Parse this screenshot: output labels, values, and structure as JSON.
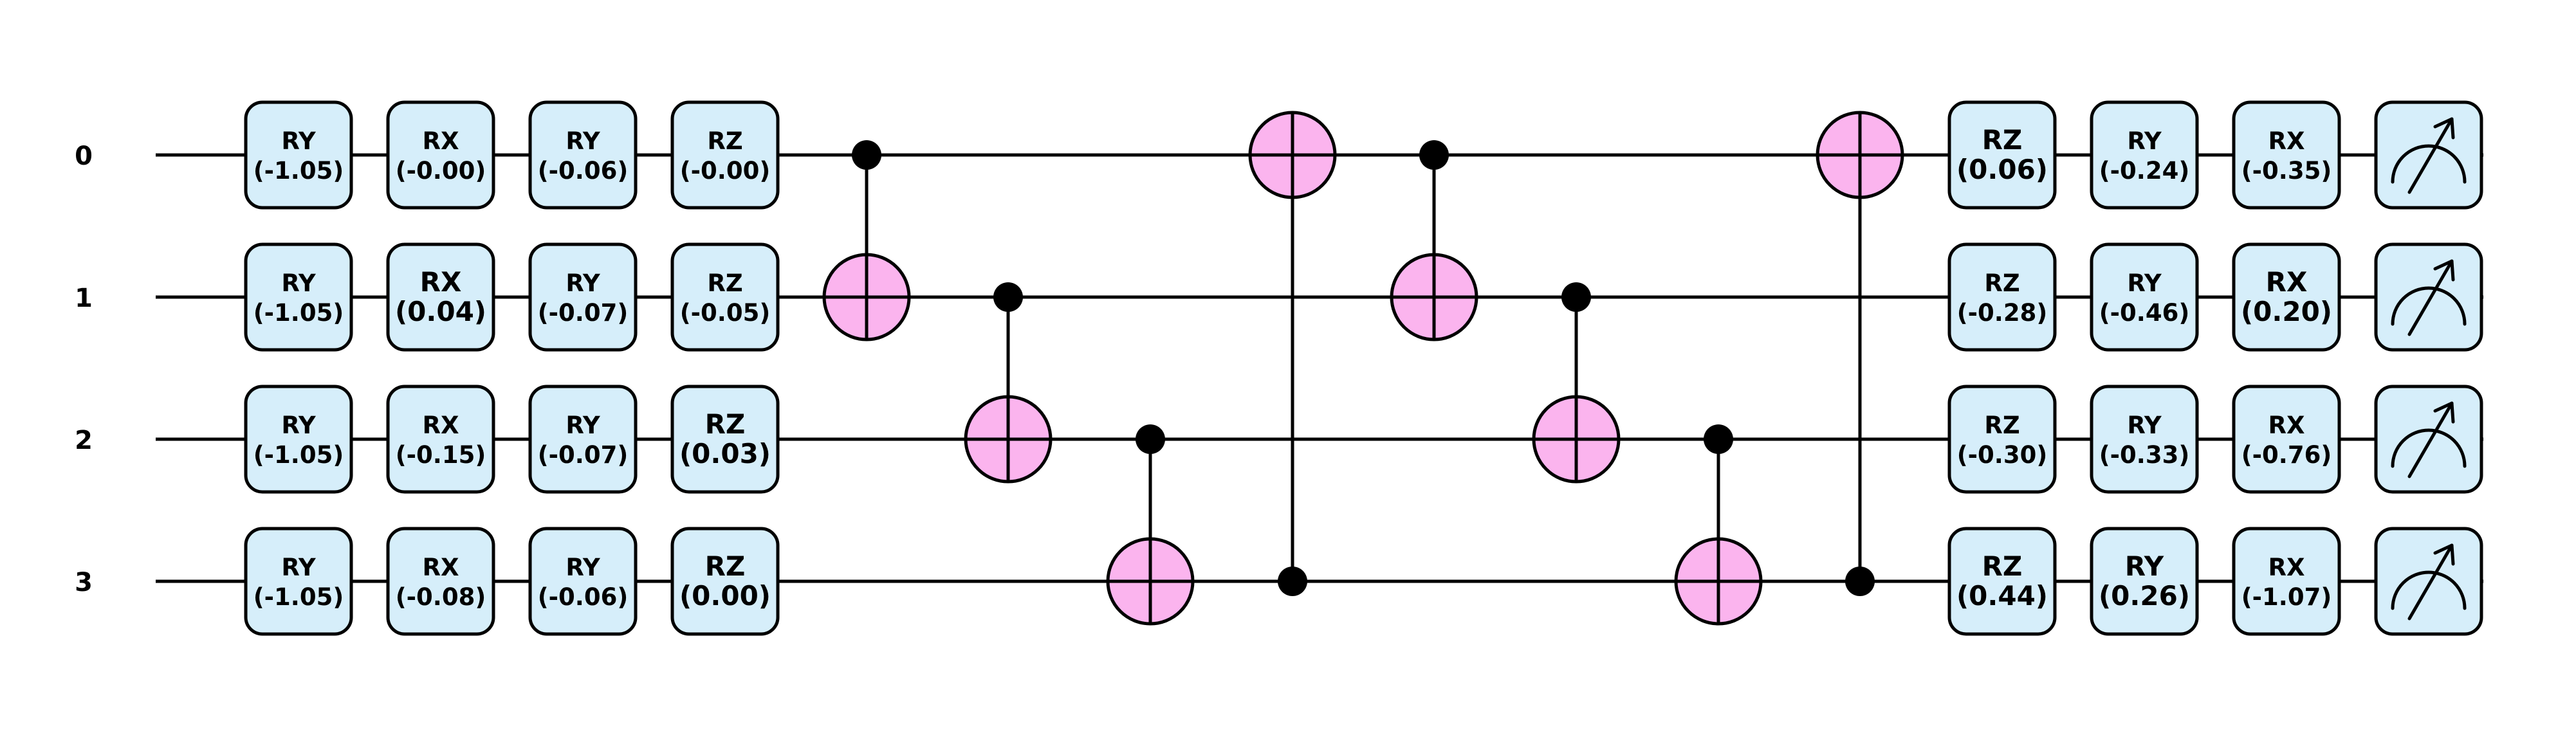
{
  "colors": {
    "rotation_gate_fill": "#d6eefa",
    "cnot_target_fill": "#fbb4ee",
    "wire": "#000000"
  },
  "circuit": {
    "qubits": [
      "0",
      "1",
      "2",
      "3"
    ],
    "columns": [
      {
        "kind": "rot",
        "gates": [
          {
            "q": 0,
            "name": "RY",
            "param": "(-1.05)"
          },
          {
            "q": 1,
            "name": "RY",
            "param": "(-1.05)"
          },
          {
            "q": 2,
            "name": "RY",
            "param": "(-1.05)"
          },
          {
            "q": 3,
            "name": "RY",
            "param": "(-1.05)"
          }
        ]
      },
      {
        "kind": "rot",
        "gates": [
          {
            "q": 0,
            "name": "RX",
            "param": "(-0.00)"
          },
          {
            "q": 1,
            "name": "RX",
            "param": "(0.04)"
          },
          {
            "q": 2,
            "name": "RX",
            "param": "(-0.15)"
          },
          {
            "q": 3,
            "name": "RX",
            "param": "(-0.08)"
          }
        ]
      },
      {
        "kind": "rot",
        "gates": [
          {
            "q": 0,
            "name": "RY",
            "param": "(-0.06)"
          },
          {
            "q": 1,
            "name": "RY",
            "param": "(-0.07)"
          },
          {
            "q": 2,
            "name": "RY",
            "param": "(-0.07)"
          },
          {
            "q": 3,
            "name": "RY",
            "param": "(-0.06)"
          }
        ]
      },
      {
        "kind": "rot",
        "gates": [
          {
            "q": 0,
            "name": "RZ",
            "param": "(-0.00)"
          },
          {
            "q": 1,
            "name": "RZ",
            "param": "(-0.05)"
          },
          {
            "q": 2,
            "name": "RZ",
            "param": "(0.03)"
          },
          {
            "q": 3,
            "name": "RZ",
            "param": "(0.00)"
          }
        ]
      },
      {
        "kind": "cnot",
        "control": 0,
        "target": 1
      },
      {
        "kind": "cnot",
        "control": 1,
        "target": 2
      },
      {
        "kind": "cnot",
        "control": 2,
        "target": 3
      },
      {
        "kind": "cnot",
        "control": 3,
        "target": 0
      },
      {
        "kind": "cnot",
        "control": 0,
        "target": 1
      },
      {
        "kind": "cnot",
        "control": 1,
        "target": 2
      },
      {
        "kind": "cnot",
        "control": 2,
        "target": 3
      },
      {
        "kind": "cnot",
        "control": 3,
        "target": 0
      },
      {
        "kind": "rot",
        "gates": [
          {
            "q": 0,
            "name": "RZ",
            "param": "(0.06)"
          },
          {
            "q": 1,
            "name": "RZ",
            "param": "(-0.28)"
          },
          {
            "q": 2,
            "name": "RZ",
            "param": "(-0.30)"
          },
          {
            "q": 3,
            "name": "RZ",
            "param": "(0.44)"
          }
        ]
      },
      {
        "kind": "rot",
        "gates": [
          {
            "q": 0,
            "name": "RY",
            "param": "(-0.24)"
          },
          {
            "q": 1,
            "name": "RY",
            "param": "(-0.46)"
          },
          {
            "q": 2,
            "name": "RY",
            "param": "(-0.33)"
          },
          {
            "q": 3,
            "name": "RY",
            "param": "(0.26)"
          }
        ]
      },
      {
        "kind": "rot",
        "gates": [
          {
            "q": 0,
            "name": "RX",
            "param": "(-0.35)"
          },
          {
            "q": 1,
            "name": "RX",
            "param": "(0.20)"
          },
          {
            "q": 2,
            "name": "RX",
            "param": "(-0.76)"
          },
          {
            "q": 3,
            "name": "RX",
            "param": "(-1.07)"
          }
        ]
      },
      {
        "kind": "measure",
        "qubits": [
          0,
          1,
          2,
          3
        ]
      }
    ]
  }
}
